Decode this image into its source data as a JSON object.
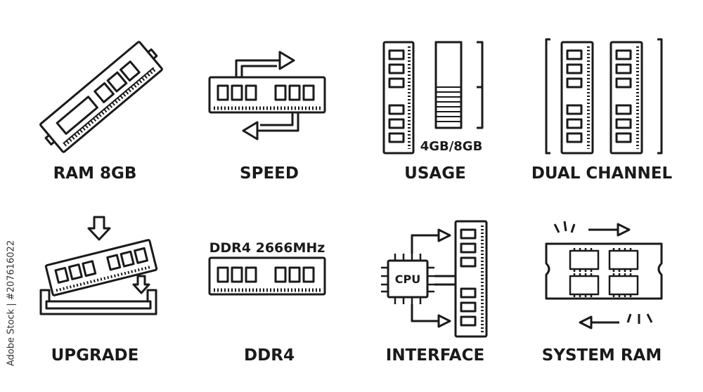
{
  "icons": [
    {
      "label": "RAM 8GB",
      "icon": "ram-module-icon"
    },
    {
      "label": "SPEED",
      "icon": "ram-speed-arrows-icon"
    },
    {
      "label": "USAGE",
      "icon": "ram-usage-meter-icon",
      "caption": "4GB/8GB"
    },
    {
      "label": "DUAL CHANNEL",
      "icon": "dual-ram-modules-icon"
    },
    {
      "label": "UPGRADE",
      "icon": "ram-slot-insert-icon"
    },
    {
      "label": "DDR4",
      "icon": "ddr4-module-icon",
      "caption": "DDR4 2666MHz"
    },
    {
      "label": "INTERFACE",
      "icon": "cpu-ram-interface-icon",
      "caption": "CPU"
    },
    {
      "label": "SYSTEM RAM",
      "icon": "system-board-chips-icon"
    }
  ],
  "watermark": {
    "stock_id": "Adobe Stock | #207616022"
  },
  "colors": {
    "stroke": "#1a1a1a",
    "background": "#ffffff"
  }
}
